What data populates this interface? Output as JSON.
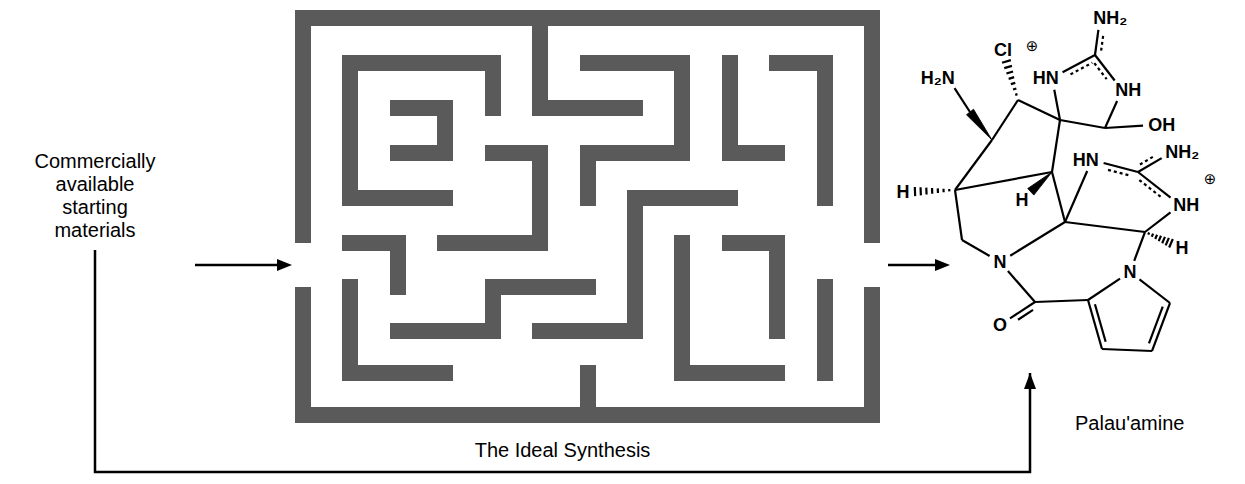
{
  "diagram": {
    "nodes": [
      {
        "text": [
          "Commercially available starting materials"
        ]
      },
      {
        "text": [
          "Palau'amine"
        ]
      }
    ],
    "edges": [
      {
        "from": 0,
        "to": 1,
        "arrow": "to",
        "label": "The Ideal Synthesis"
      }
    ],
    "labels": [
      "NH₂",
      "⊕",
      "Cl",
      "H₂N",
      "HN",
      "NH",
      "OH",
      "NH₂",
      "HN",
      "⊕",
      "H",
      "H",
      "NH",
      "H",
      "N",
      "N",
      "O"
    ]
  }
}
